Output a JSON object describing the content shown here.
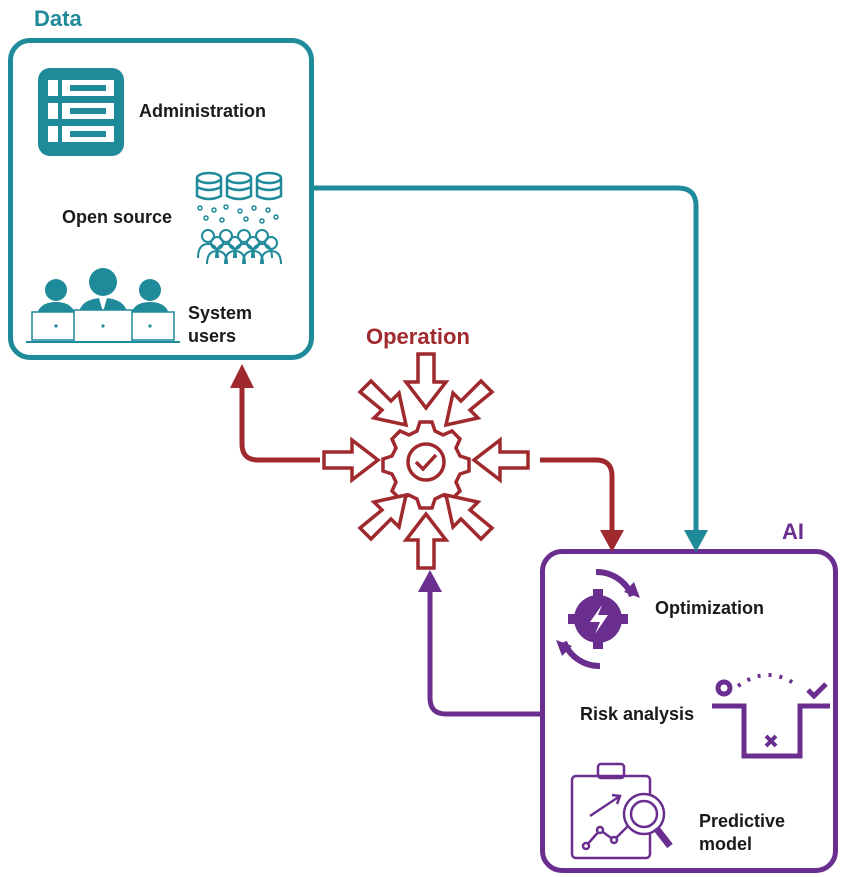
{
  "data_group": {
    "title": "Data",
    "color": "#1f8a9a",
    "items": {
      "administration": "Administration",
      "open_source": "Open source",
      "system_users_line1": "System",
      "system_users_line2": "users"
    }
  },
  "operation": {
    "title": "Operation",
    "color": "#a0292e"
  },
  "ai_group": {
    "title": "AI",
    "color": "#6a2e8f",
    "items": {
      "optimization": "Optimization",
      "risk_analysis": "Risk analysis",
      "predictive_model_line1": "Predictive",
      "predictive_model_line2": "model"
    }
  },
  "icons": [
    "server-icon",
    "database-crowd-icon",
    "users-laptops-icon",
    "operation-arrows-gear-icon",
    "optimization-gear-icon",
    "risk-path-icon",
    "clipboard-analysis-icon"
  ]
}
